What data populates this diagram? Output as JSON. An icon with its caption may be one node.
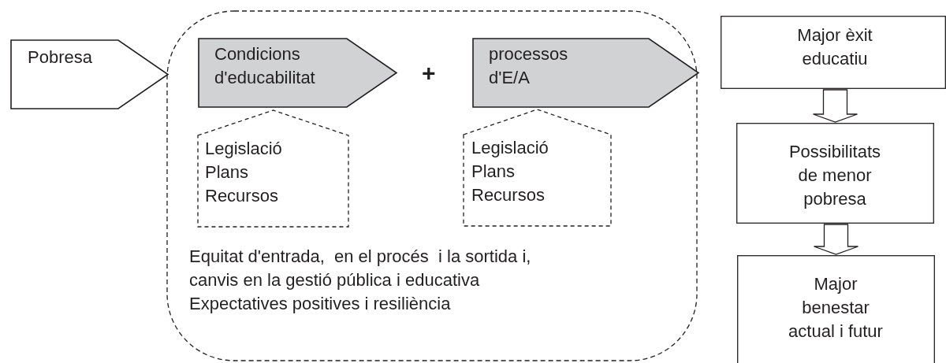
{
  "diagram": {
    "nodes": [
      {
        "text": [
          "Pobresa"
        ]
      },
      {
        "text": [
          "Equitat d'entrada,  en el procés  i la sortida i,",
          "canvis en la gestió pública i educativa",
          "Expectatives positives i resiliència"
        ]
      },
      {
        "text": [
          "Condicions d'educabilitat"
        ],
        "in": 1
      },
      {
        "text": [
          "processos d'E/A"
        ],
        "in": 1
      },
      {
        "text": [
          "Legislació",
          "Plans",
          "Recursos"
        ],
        "in": 1
      },
      {
        "text": [
          "Legislació",
          "Plans",
          "Recursos"
        ],
        "in": 1
      },
      {
        "text": [
          "Major èxit educatiu"
        ]
      },
      {
        "text": [
          "Possibilitats de menor pobresa"
        ]
      },
      {
        "text": [
          "Major benestar actual i futur"
        ]
      }
    ],
    "edges": [
      {
        "from": 6,
        "to": 7,
        "arrow": "to"
      },
      {
        "from": 7,
        "to": 8,
        "arrow": "to"
      }
    ],
    "labels": [
      "+"
    ]
  }
}
